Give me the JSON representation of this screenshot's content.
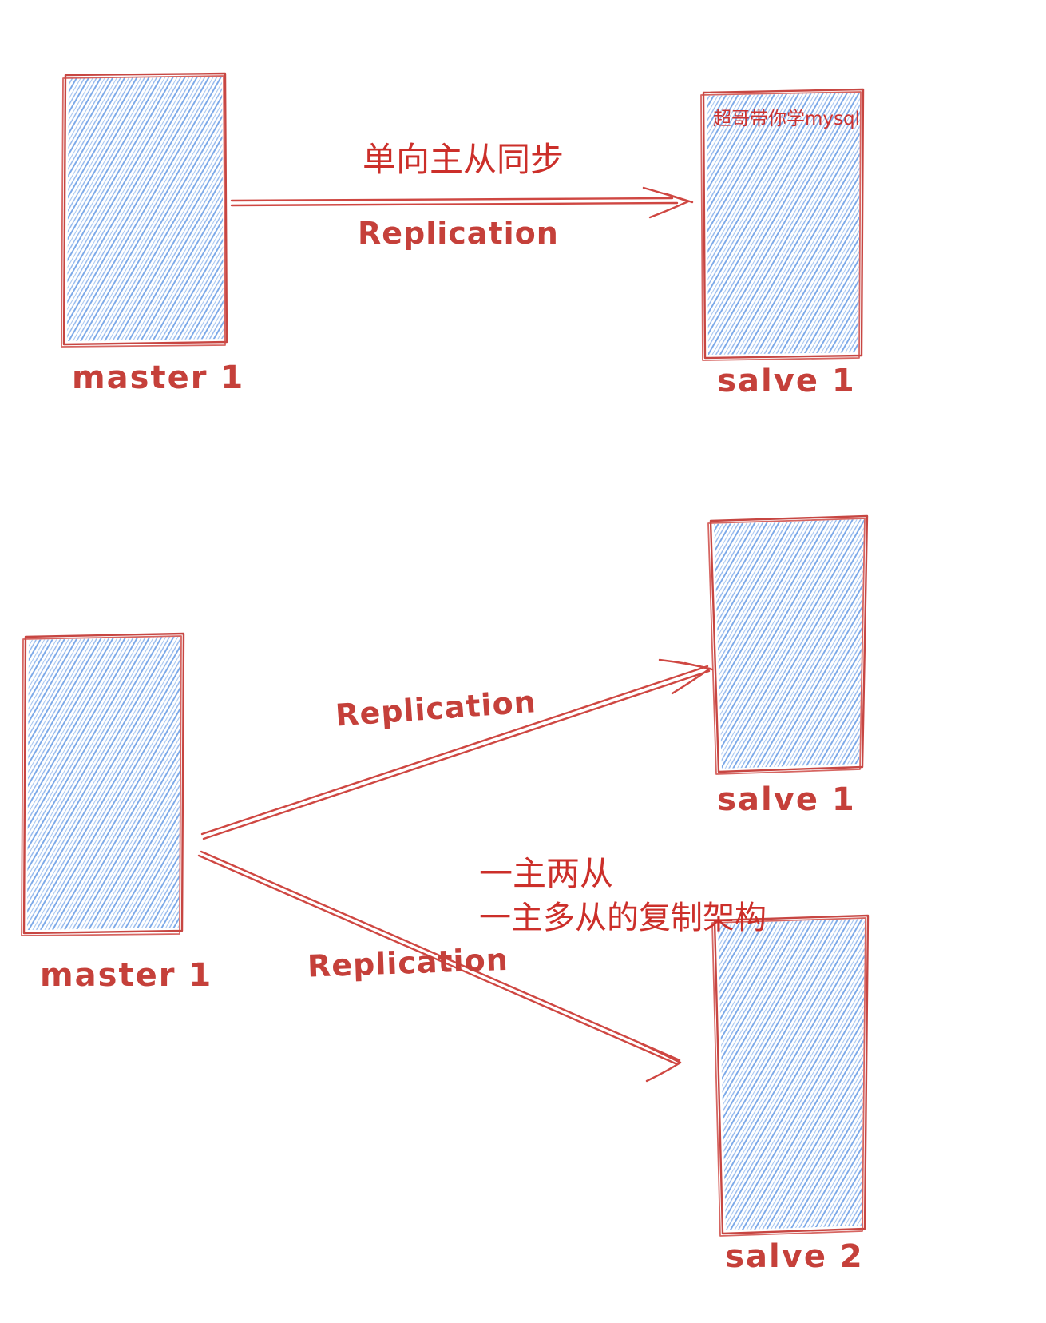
{
  "colors": {
    "ink_red": "#c74440",
    "text_red": "#cc2f2a",
    "handwriting_red": "#c5403a",
    "hatch_blue": "#79a7e8",
    "hatch_blue_light": "#aac8f1",
    "background": "#ffffff"
  },
  "top_diagram": {
    "arrow_title": "单向主从同步",
    "arrow_subtitle": "Replication",
    "master_label": "master 1",
    "slave_label": "salve 1",
    "watermark": "超哥带你学mysql"
  },
  "bottom_diagram": {
    "arrow1_label": "Replication",
    "arrow2_label": "Replication",
    "caption_line1": "一主两从",
    "caption_line2": "一主多从的复制架构",
    "master_label": "master 1",
    "slave1_label": "salve 1",
    "slave2_label": "salve 2"
  }
}
